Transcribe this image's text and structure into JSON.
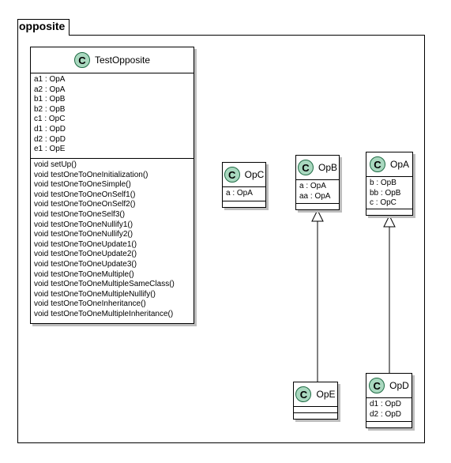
{
  "package": {
    "name": "opposite"
  },
  "classes": {
    "test_opposite": {
      "name": "TestOpposite",
      "icon_letter": "C",
      "attributes": [
        "a1 : OpA",
        "a2 : OpA",
        "b1 : OpB",
        "b2 : OpB",
        "c1 : OpC",
        "d1 : OpD",
        "d2 : OpD",
        "e1 : OpE"
      ],
      "operations": [
        "void setUp()",
        "void testOneToOneInitialization()",
        "void testOneToOneSimple()",
        "void testOneToOneOnSelf1()",
        "void testOneToOneOnSelf2()",
        "void testOneToOneSelf3()",
        "void testOneToOneNullify1()",
        "void testOneToOneNullify2()",
        "void testOneToOneUpdate1()",
        "void testOneToOneUpdate2()",
        "void testOneToOneUpdate3()",
        "void testOneToOneMultiple()",
        "void testOneToOneMultipleSameClass()",
        "void testOneToOneMultipleNullify()",
        "void testOneToOneInheritance()",
        "void testOneToOneMultipleInheritance()"
      ]
    },
    "opc": {
      "name": "OpC",
      "icon_letter": "C",
      "attributes": [
        "a : OpA"
      ],
      "operations": []
    },
    "opb": {
      "name": "OpB",
      "icon_letter": "C",
      "attributes": [
        "a : OpA",
        "aa : OpA"
      ],
      "operations": []
    },
    "opa": {
      "name": "OpA",
      "icon_letter": "C",
      "attributes": [
        "b : OpB",
        "bb : OpB",
        "c : OpC"
      ],
      "operations": []
    },
    "ope": {
      "name": "OpE",
      "icon_letter": "C",
      "attributes": [],
      "operations": []
    },
    "opd": {
      "name": "OpD",
      "icon_letter": "C",
      "attributes": [
        "d1 : OpD",
        "d2 : OpD"
      ],
      "operations": []
    }
  },
  "relations": [
    {
      "type": "inheritance",
      "from": "OpE",
      "to": "OpB"
    },
    {
      "type": "inheritance",
      "from": "OpD",
      "to": "OpA"
    }
  ],
  "colors": {
    "class_icon_fill": "#a9d8bf",
    "class_icon_border": "#1e6b44",
    "shadow": "#bdbdbd"
  }
}
